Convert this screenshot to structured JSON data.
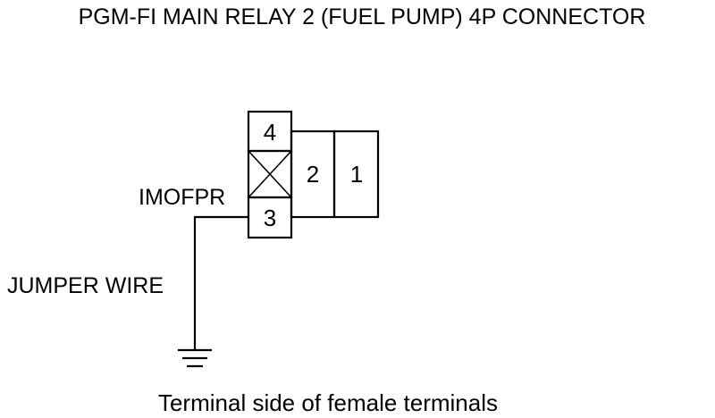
{
  "title": "PGM-FI MAIN RELAY 2 (FUEL PUMP) 4P CONNECTOR",
  "connector": {
    "terminals": [
      {
        "number": "4",
        "state": "unused"
      },
      {
        "number": "",
        "state": "blocked"
      },
      {
        "number": "3",
        "state": "used"
      },
      {
        "number": "2",
        "state": "unused"
      },
      {
        "number": "1",
        "state": "unused"
      }
    ]
  },
  "labels": {
    "wire": "IMOFPR",
    "jumper": "JUMPER WIRE"
  },
  "ground_icon": "ground-symbol-icon",
  "caption": "Terminal side of female terminals"
}
